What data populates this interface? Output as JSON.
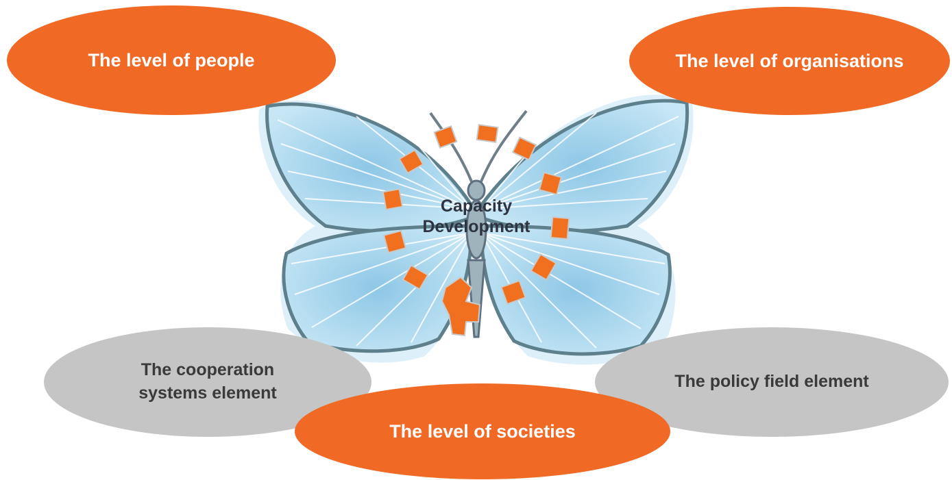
{
  "center": {
    "line1": "Capacity",
    "line2": "Development"
  },
  "levels": {
    "people": "The level of people",
    "organisations": "The level of organisations",
    "societies": "The level of societies"
  },
  "elements": {
    "cooperation_line1": "The cooperation",
    "cooperation_line2": "systems element",
    "policy": "The policy field element"
  },
  "colors": {
    "level_fill": "#f06a25",
    "element_fill": "#c5c5c5",
    "wing_fill": "#b7def2",
    "wing_outline": "#5e7f8c",
    "marker_fill": "#f07020"
  }
}
